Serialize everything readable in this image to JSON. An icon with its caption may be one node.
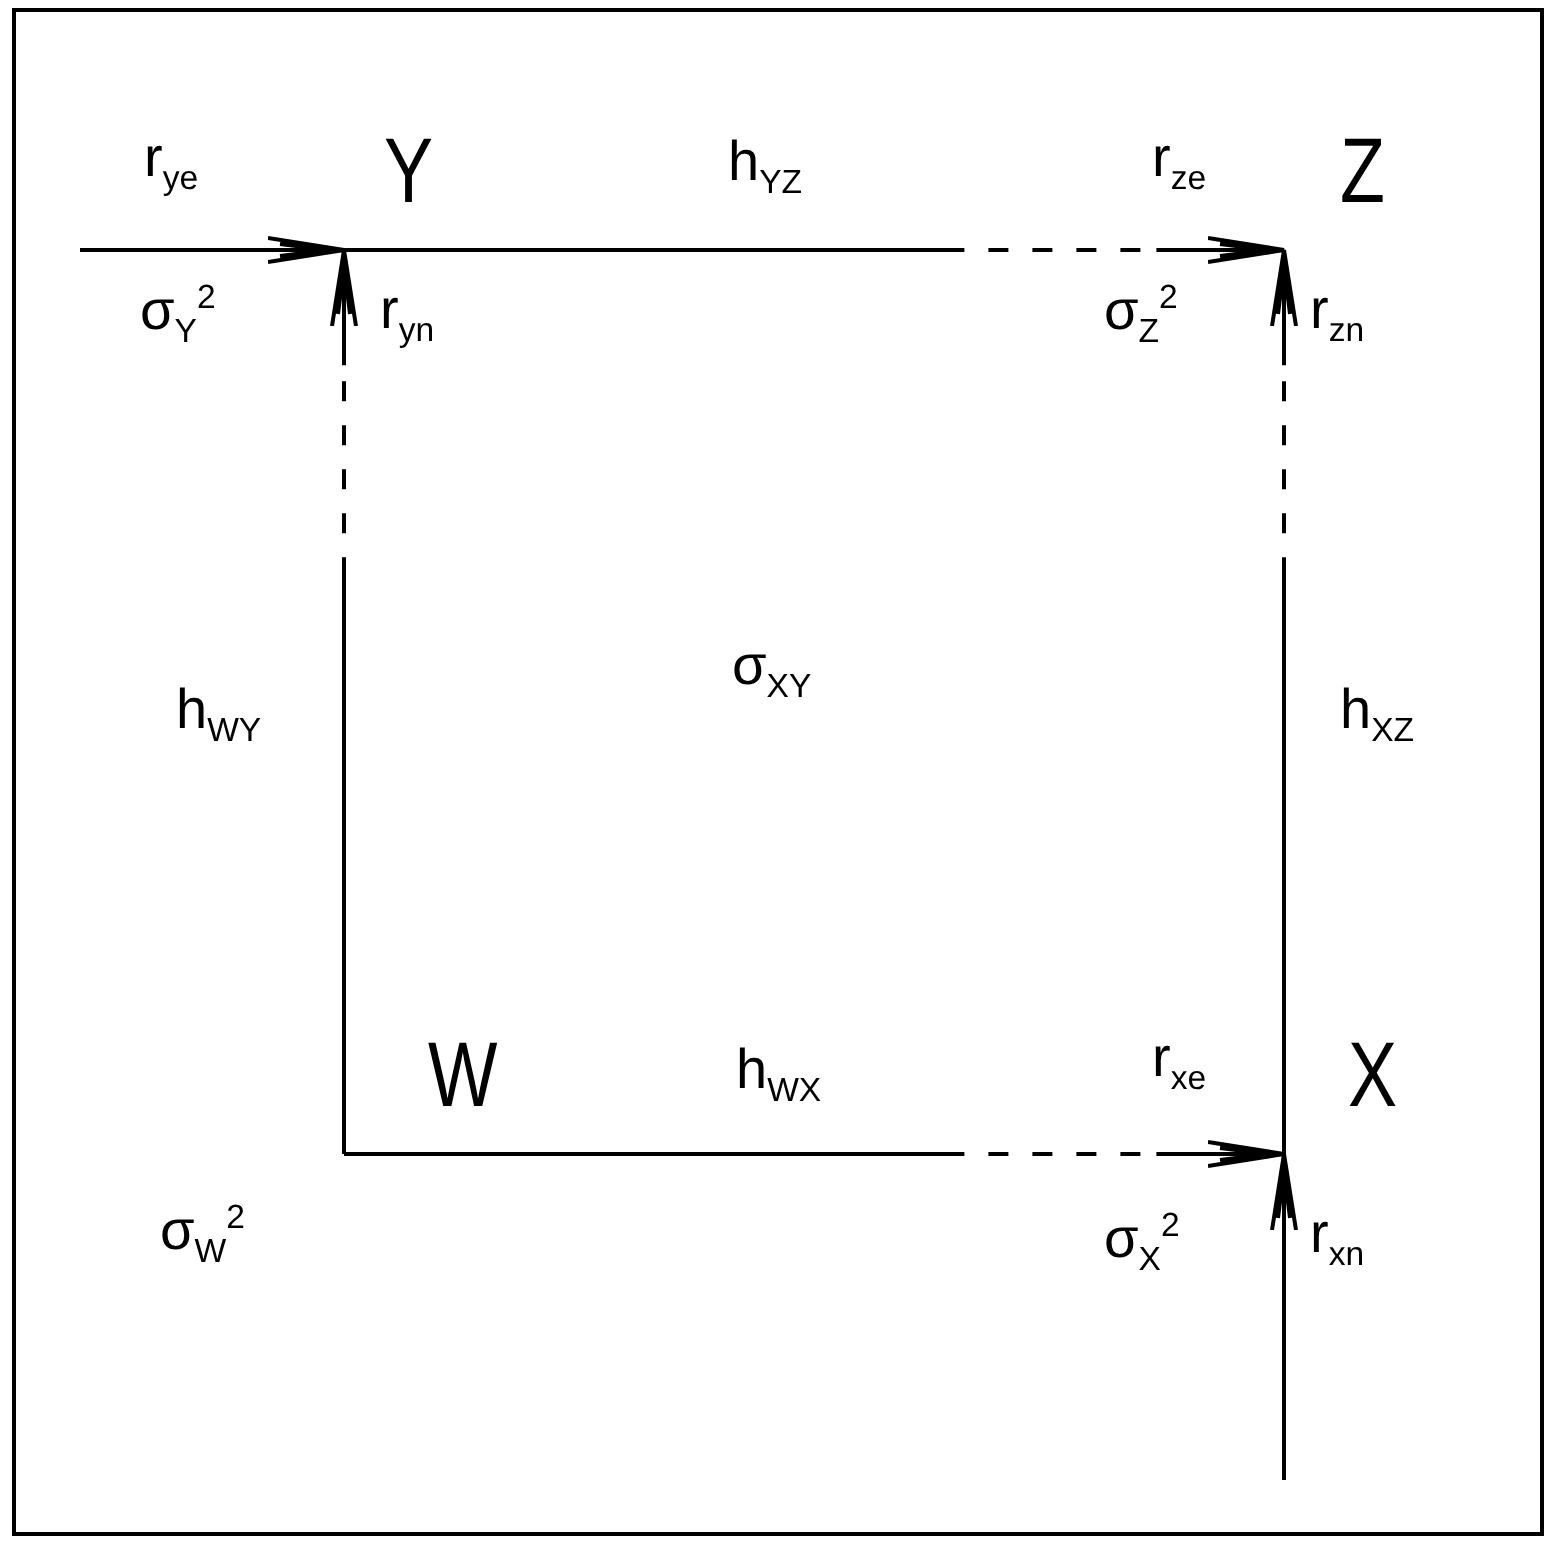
{
  "diagram": {
    "nodes": [
      {
        "text": [
          "Y"
        ],
        "beside": [
          "r$_{ye}$",
          "σ$_{Y}$$^{2}$",
          "r$_{yn}$"
        ]
      },
      {
        "text": [
          "Z"
        ],
        "beside": [
          "r$_{ze}$",
          "σ$_{Z}$$^{2}$",
          "r$_{zn}$"
        ]
      },
      {
        "text": [
          "W"
        ],
        "beside": [
          "σ$_{W}$$^{2}$"
        ]
      },
      {
        "text": [
          "X"
        ],
        "beside": [
          "r$_{xe}$",
          "σ$_{X}$$^{2}$",
          "r$_{xn}$"
        ]
      }
    ],
    "edges": [
      {
        "from": null,
        "to": 0,
        "arrow": "to"
      },
      {
        "from": 0,
        "to": 1,
        "arrow": "to",
        "label": "h$_{YZ}$",
        "style": "dashed"
      },
      {
        "from": 2,
        "to": 0,
        "arrow": "to",
        "label": "h$_{WY}$",
        "style": "dashed"
      },
      {
        "from": 3,
        "to": 1,
        "arrow": "to",
        "label": "h$_{XZ}$",
        "style": "dashed"
      },
      {
        "from": 2,
        "to": 3,
        "arrow": "to",
        "label": "h$_{WX}$",
        "style": "dashed"
      },
      {
        "from": null,
        "to": 3,
        "arrow": "to"
      }
    ],
    "labels": [
      "σ$_{XY}$"
    ]
  }
}
